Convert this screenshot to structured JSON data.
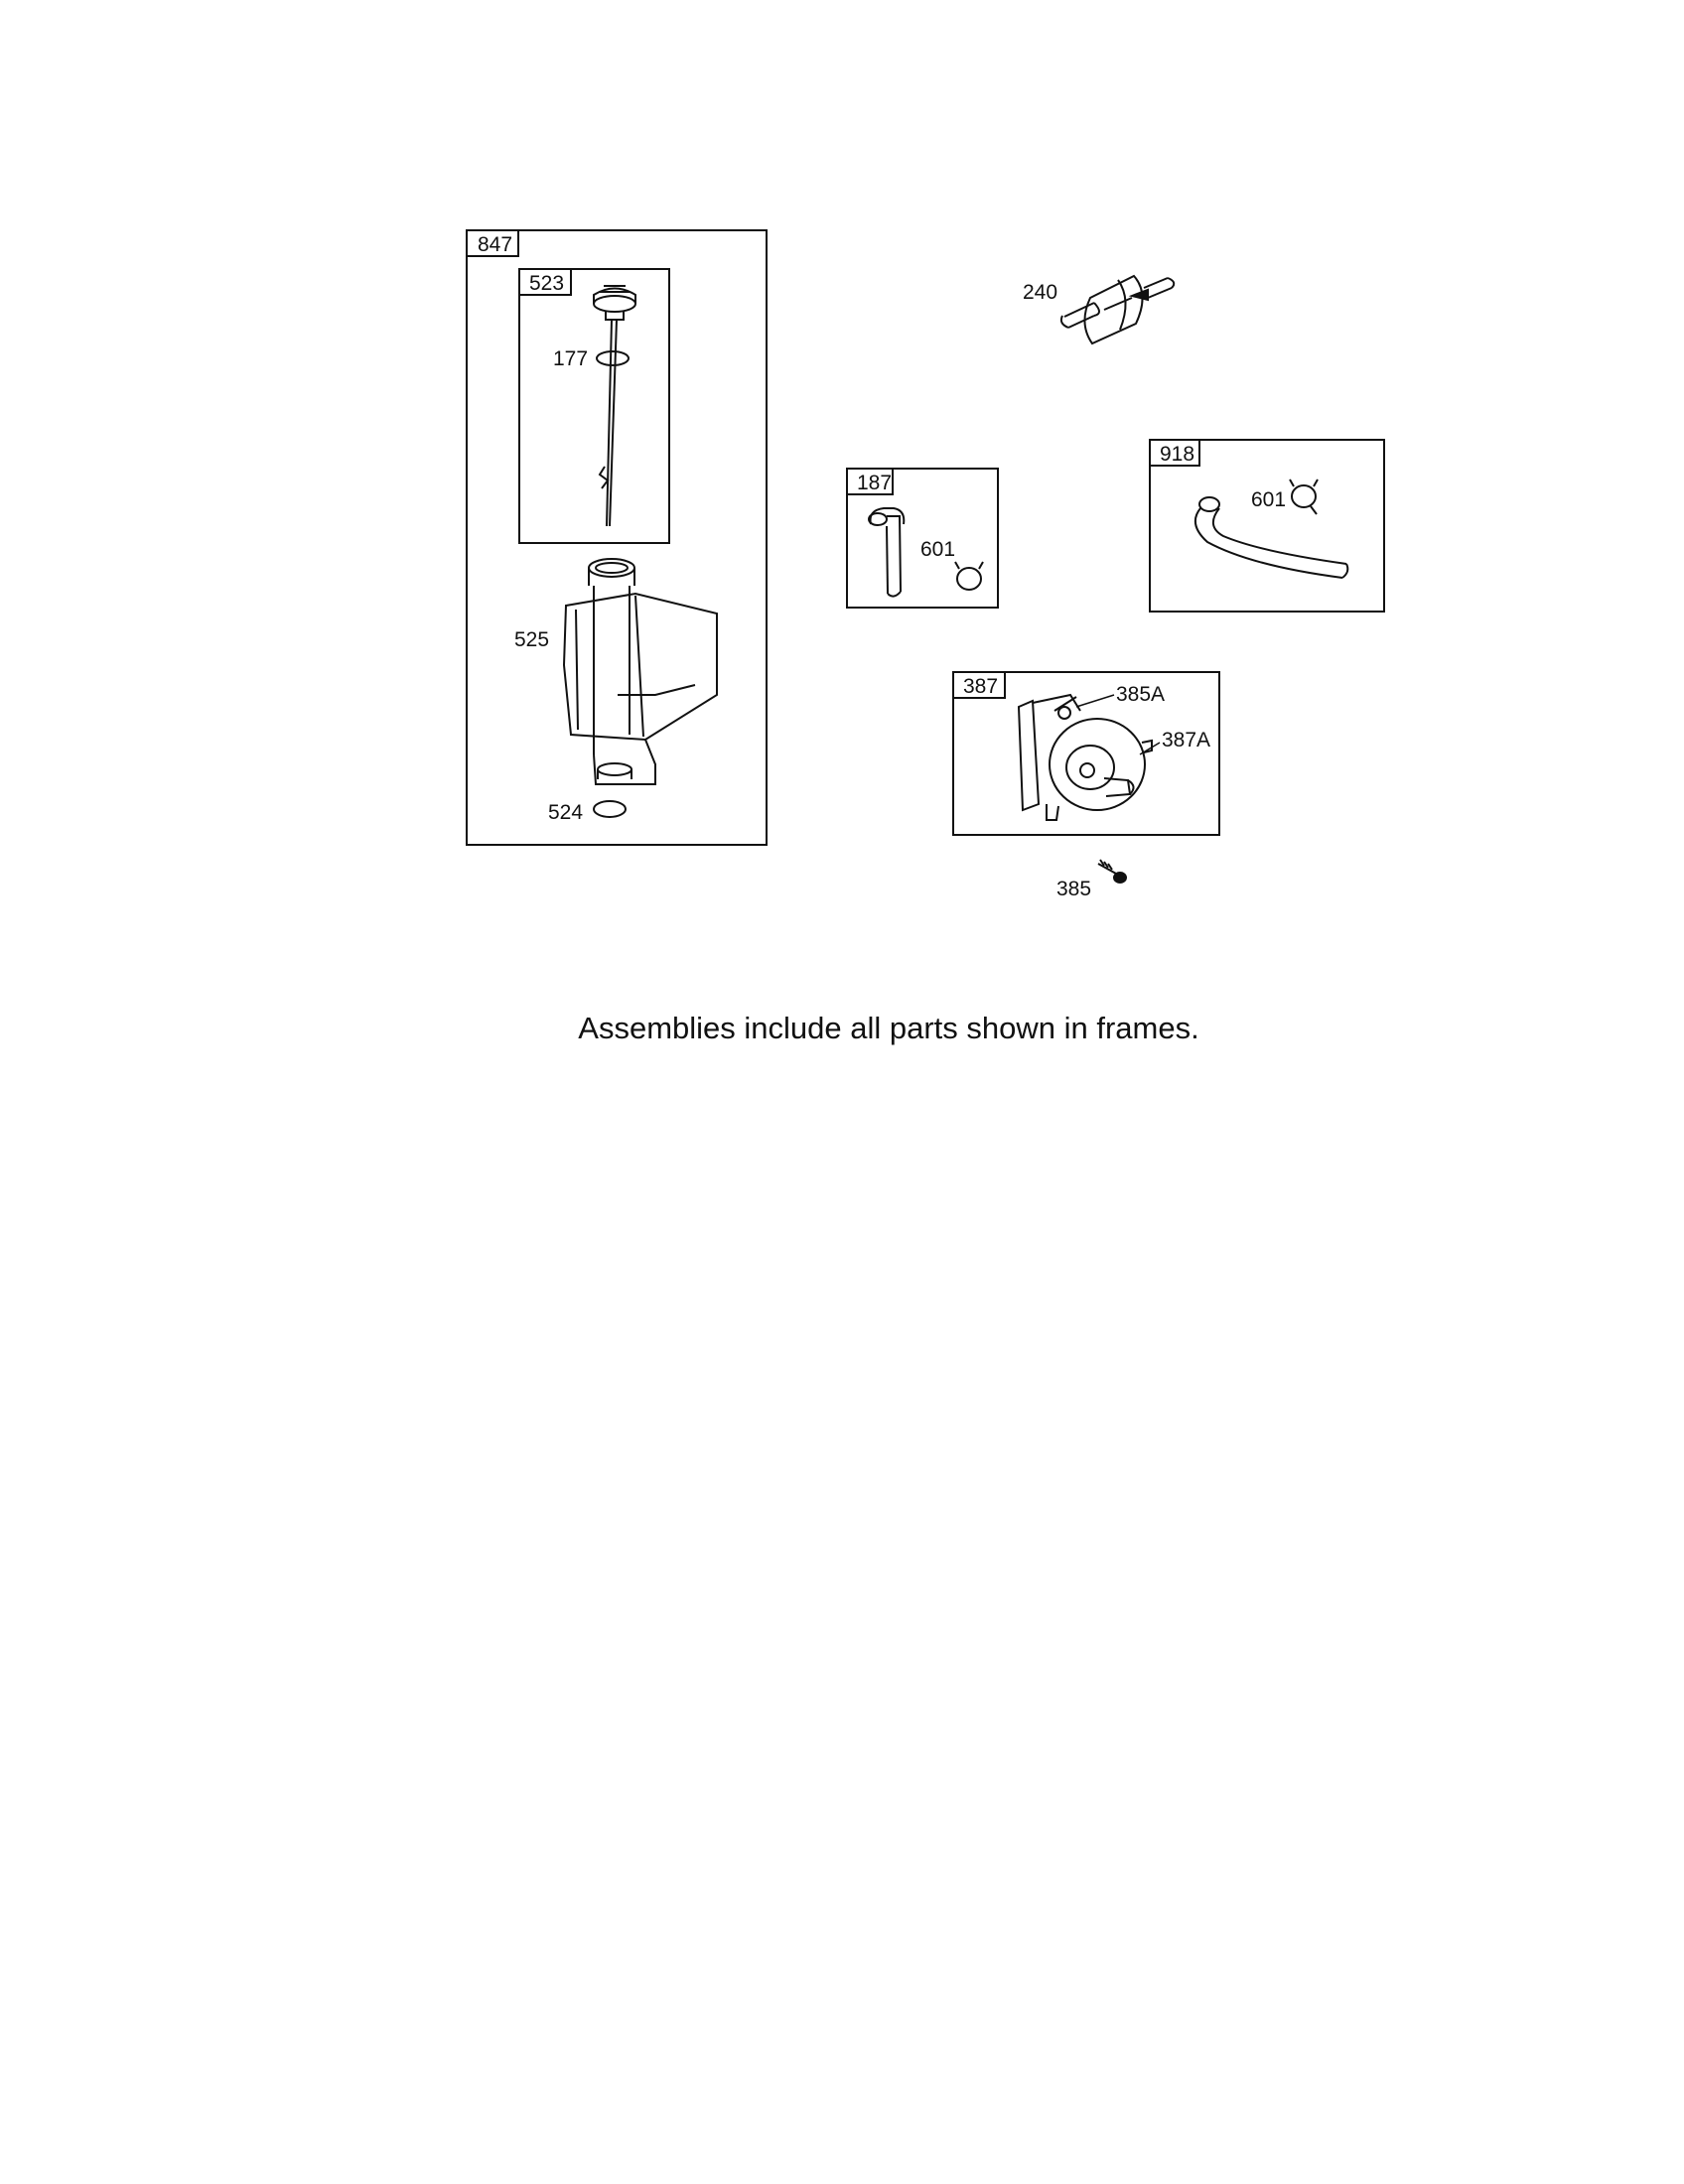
{
  "frames": {
    "f847": "847",
    "f523": "523",
    "f187": "187",
    "f918": "918",
    "f387": "387"
  },
  "parts": {
    "p177": "177",
    "p525": "525",
    "p524": "524",
    "p240": "240",
    "p601a": "601",
    "p601b": "601",
    "p385A": "385A",
    "p387A": "387A",
    "p385": "385"
  },
  "caption": "Assemblies include all parts shown in frames."
}
